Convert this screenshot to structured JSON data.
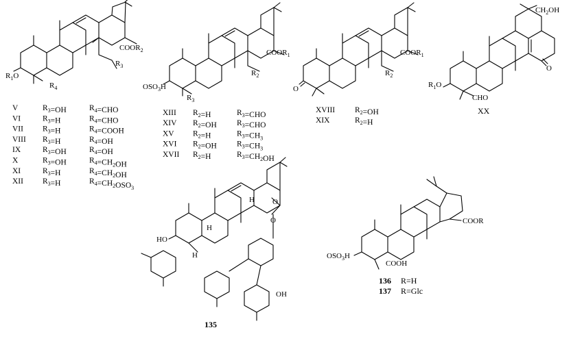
{
  "structures": [
    {
      "id": "series-V-XII",
      "labels": {
        "ester": "COOR",
        "ester_sub": "2",
        "r3": "R",
        "r3_sub": "3",
        "r1o": "R",
        "r1o_sub": "1",
        "r1o_tail": "O",
        "r4": "R",
        "r4_sub": "4"
      },
      "table": [
        [
          "V",
          "R3=OH",
          "R4=CHO"
        ],
        [
          "VI",
          "R3=H",
          "R4=CHO"
        ],
        [
          "VII",
          "R3=H",
          "R4=COOH"
        ],
        [
          "VIII",
          "R3=H",
          "R4=OH"
        ],
        [
          "IX",
          "R3=OH",
          "R4=OH"
        ],
        [
          "X",
          "R3=OH",
          "R4=CH2OH"
        ],
        [
          "XI",
          "R3=H",
          "R4=CH2OH"
        ],
        [
          "XII",
          "R3=H",
          "R4=CH2OSO3"
        ]
      ]
    },
    {
      "id": "series-XIII-XVII",
      "labels": {
        "ester": "COOR",
        "ester_sub": "1",
        "r2": "R",
        "r2_sub": "2",
        "so3": "OSO",
        "so3_sub": "3",
        "so3_tail": "H",
        "r3": "R",
        "r3_sub": "3"
      },
      "table": [
        [
          "XIII",
          "R2=H",
          "R3=CHO"
        ],
        [
          "XIV",
          "R2=OH",
          "R3=CHO"
        ],
        [
          "XV",
          "R2=H",
          "R3=CH3"
        ],
        [
          "XVI",
          "R2=OH",
          "R3=CH3"
        ],
        [
          "XVII",
          "R2=H",
          "R3=CH2OH"
        ]
      ]
    },
    {
      "id": "series-XVIII-XIX",
      "labels": {
        "ester": "COOR",
        "ester_sub": "1",
        "r2": "R",
        "r2_sub": "2",
        "keto": "O"
      },
      "table": [
        [
          "XVIII",
          "R2=OH"
        ],
        [
          "XIX",
          "R2=H"
        ]
      ]
    },
    {
      "id": "compound-XX",
      "labels": {
        "ch2oh": "CH",
        "ch2oh_sub": "2",
        "ch2oh_tail": "OH",
        "keto": "O",
        "r1o": "R",
        "r1o_sub": "1",
        "r1o_tail": "O",
        "cho": "CHO"
      },
      "caption": "XX"
    },
    {
      "id": "compound-135",
      "labels": {
        "ho": "HO",
        "h1": "H",
        "h2": "H",
        "h3": "H",
        "keto_o": "O",
        "ring_o": "O",
        "oh": "OH"
      },
      "caption": "135"
    },
    {
      "id": "compound-136-137",
      "labels": {
        "ester": "COOR",
        "so3": "OSO",
        "so3_sub": "3",
        "so3_tail": "H",
        "cooh": "COOH"
      },
      "legend": [
        [
          "136",
          "R=H"
        ],
        [
          "137",
          "R=Glc"
        ]
      ]
    }
  ]
}
